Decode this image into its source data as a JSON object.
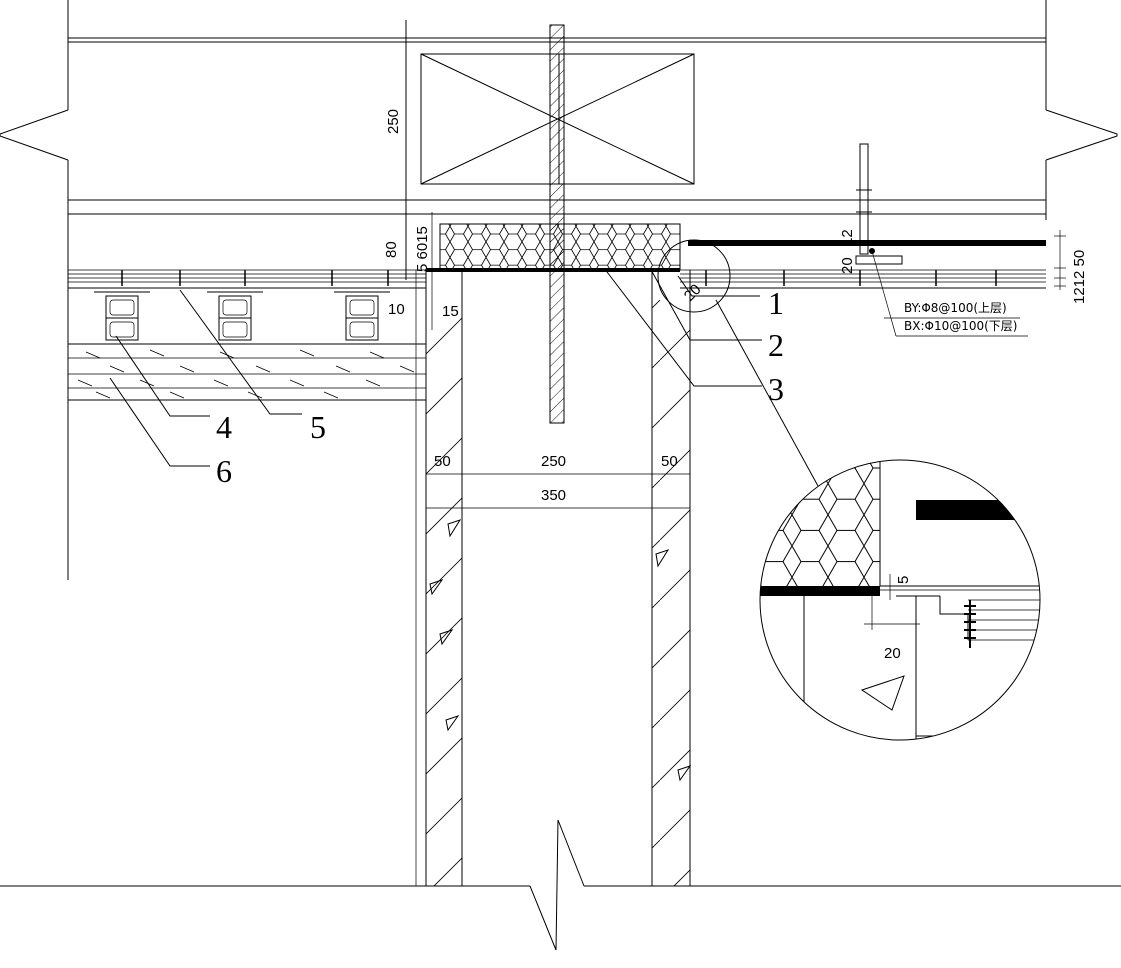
{
  "dimensions": {
    "top_250": "250",
    "left_80": "80",
    "left_5601": "5 6015",
    "left_10": "10",
    "left_15": "15",
    "slab_12": "12",
    "slab_20": "20",
    "slab_right": "1212 50",
    "gap_20": "20",
    "bottom_50_left": "50",
    "bottom_250": "250",
    "bottom_50_right": "50",
    "bottom_350": "350",
    "detail_5": "5",
    "detail_20": "20"
  },
  "callouts": [
    "1",
    "2",
    "3",
    "4",
    "5",
    "6"
  ],
  "rebar_notes": {
    "upper": "BY:Φ8@100(上层)",
    "lower": "BX:Φ10@100(下层)"
  }
}
